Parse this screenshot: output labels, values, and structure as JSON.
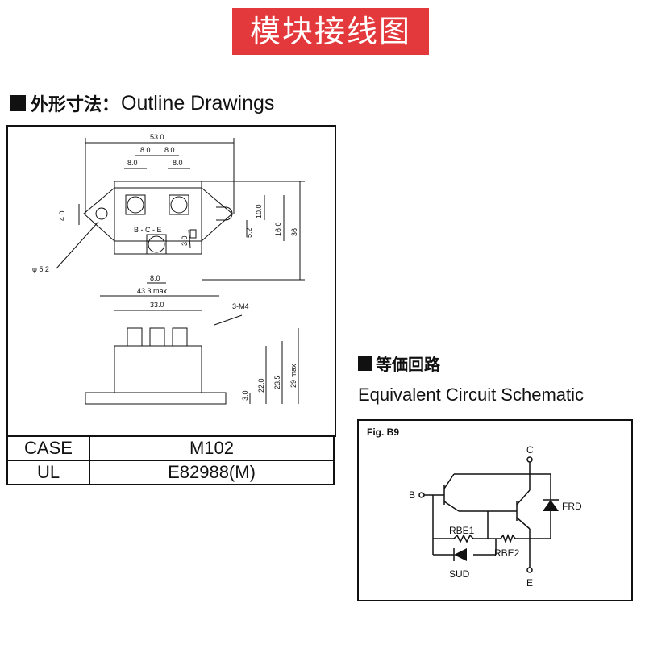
{
  "banner": {
    "title": "模块接线图",
    "color": "#e4393c"
  },
  "outline": {
    "heading_cn": "外形寸法：",
    "heading_en": "Outline Drawings",
    "dims": {
      "overall_width": "53.0",
      "pitch_a": "8.0",
      "pitch_b": "8.0",
      "left_pitch": "8.0",
      "right_pitch": "8.0",
      "bottom_pitch": "8.0",
      "mount_height": "14.0",
      "hole_dia": "φ 5.2",
      "terminal_labels": "B - C - E",
      "offset_10": "10.0",
      "offset_52": "5.2",
      "offset_16": "16.0",
      "overall_height": "36",
      "offset_30": "3.0",
      "max_width": "43.3 max.",
      "body_width": "33.0",
      "screws": "3-M4",
      "base_height": "3.0",
      "h_22": "22.0",
      "h_235": "23.5",
      "h_max": "29 max"
    }
  },
  "spec_table": [
    {
      "label": "CASE",
      "value": "M102"
    },
    {
      "label": "UL",
      "value": "E82988(M)"
    }
  ],
  "equivalent": {
    "heading_cn": "等価回路",
    "heading_en": "Equivalent Circuit Schematic",
    "fig_label": "Fig. B9",
    "terminal_c": "C",
    "terminal_b": "B",
    "terminal_e": "E",
    "rbe1": "RBE1",
    "rbe2": "RBE2",
    "frd": "FRD",
    "sud": "SUD"
  }
}
